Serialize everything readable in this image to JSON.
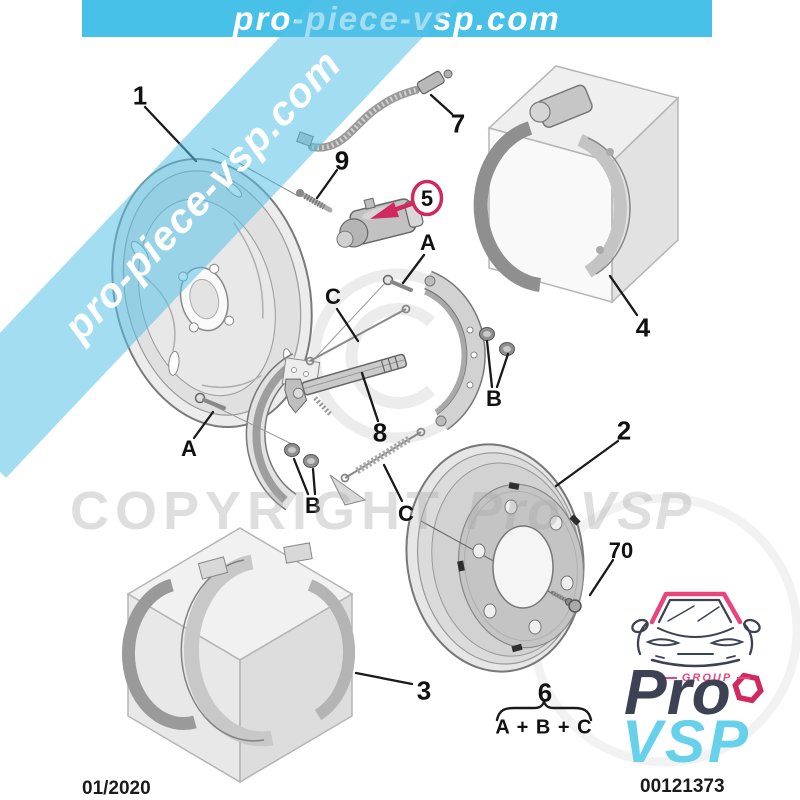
{
  "banner": {
    "text": "pro-piece-vsp.com"
  },
  "watermarks": {
    "diagonal_text": "pro-piece-vsp.com",
    "copyright": "COPYRIGHT",
    "brand": "Pro VSP"
  },
  "diagram": {
    "labels": {
      "p1": "1",
      "p2": "2",
      "p3": "3",
      "p4": "4",
      "p5": "5",
      "p6": "6",
      "p7": "7",
      "p8": "8",
      "p9": "9",
      "p70": "70",
      "a": "A",
      "b": "B",
      "c": "C",
      "kit_formula": "A + B + C"
    }
  },
  "colors": {
    "banner_blue": "#48C1E8",
    "highlight_pink": "#D0285F",
    "logo_navy": "#3C4254",
    "logo_cyan": "#67D1EC"
  },
  "footer": {
    "date": "01/2020",
    "reference": "00121373"
  },
  "logo": {
    "group": "GROUP",
    "line1": "Pro",
    "line2": "VSP"
  }
}
